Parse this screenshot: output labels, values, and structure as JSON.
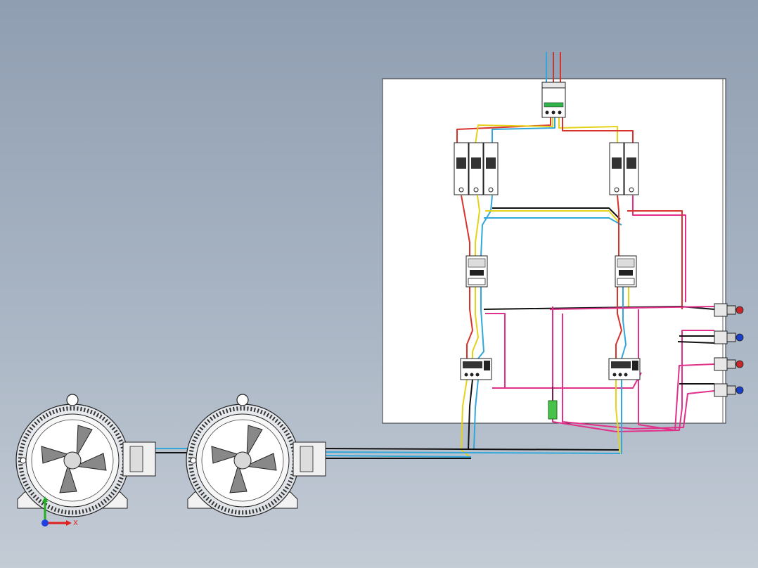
{
  "scene": {
    "background_top": "#8f9eb1",
    "background_bottom": "#c3cbd5",
    "panel_fill": "#ffffff",
    "component_outline": "#222222"
  },
  "wire_colors": {
    "phase_red": "#d8322c",
    "phase_yellow": "#e6d21a",
    "phase_blue": "#33a8d8",
    "control_magenta": "#e0308a",
    "neutral_black": "#111111"
  },
  "components": {
    "main_breaker": {
      "poles": 3
    },
    "breaker_bank_left": {
      "modules": 3
    },
    "breaker_bank_right": {
      "modules": 2
    },
    "contactors": 2,
    "overload_relays": 2,
    "pilot_lamps": 4,
    "lamp_colors": [
      "#c8282a",
      "#1a3fc8",
      "#c8282a",
      "#1a3fc8"
    ],
    "motors": 2
  },
  "axis_triad": {
    "x_label": "X",
    "x_color": "#e02020",
    "y_color": "#20b020",
    "origin_color": "#2040e0"
  }
}
